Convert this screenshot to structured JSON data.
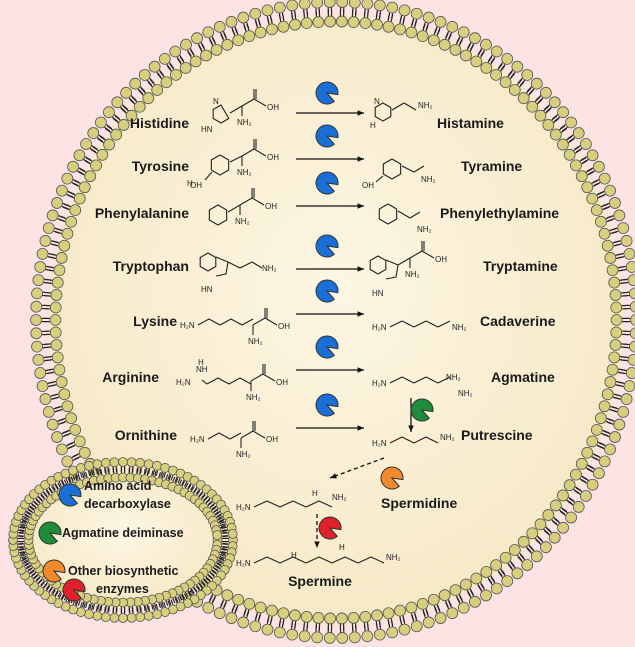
{
  "reactions": [
    {
      "substrate": "Histidine",
      "product": "Histamine",
      "enzyme": "decarboxylase"
    },
    {
      "substrate": "Tyrosine",
      "product": "Tyramine",
      "enzyme": "decarboxylase"
    },
    {
      "substrate": "Phenylalanine",
      "product": "Phenylethylamine",
      "enzyme": "decarboxylase"
    },
    {
      "substrate": "Tryptophan",
      "product": "Tryptamine",
      "enzyme": "decarboxylase"
    },
    {
      "substrate": "Lysine",
      "product": "Cadaverine",
      "enzyme": "decarboxylase"
    },
    {
      "substrate": "Arginine",
      "product": "Agmatine",
      "enzyme": "decarboxylase"
    },
    {
      "substrate": "Ornithine",
      "product": "Putrescine",
      "enzyme": "decarboxylase"
    }
  ],
  "polyamines": {
    "spermidine": "Spermidine",
    "spermine": "Spermine"
  },
  "legend": {
    "decarboxylase": "Amino acid decarboxylase",
    "decarboxylase_line1": "Amino acid",
    "decarboxylase_line2": "decarboxylase",
    "deiminase": "Agmatine deiminase",
    "other_line1": "Other biosynthetic",
    "other_line2": "enzymes"
  },
  "chem_text": {
    "oh": "OH",
    "nh2": "NH₂",
    "h2n": "H₂N",
    "hn": "HN",
    "n": "N",
    "h": "H",
    "nh": "NH"
  },
  "colors": {
    "background": "#fde3e3",
    "cell_interior": "#fbf1d6",
    "membrane_head": "#d8cf7e",
    "decarboxylase": "#1a6fd6",
    "deiminase": "#1e8c3a",
    "other_orange": "#f08a2c",
    "other_red": "#e0212b"
  }
}
